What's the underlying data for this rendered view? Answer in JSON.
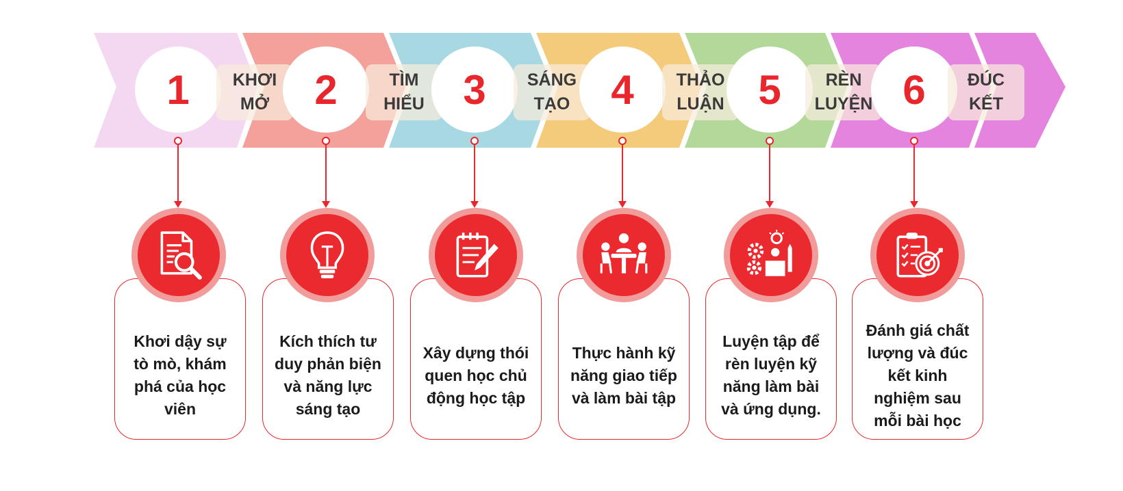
{
  "colors": {
    "accent": "#e8262c",
    "segments": [
      "#f4d8f1",
      "#f4a09b",
      "#a8d9e3",
      "#f3cb7b",
      "#b2d99a",
      "#e484de"
    ]
  },
  "steps": [
    {
      "number": "1",
      "title_line1": "KHƠI",
      "title_line2": "MỞ",
      "description": "Khơi dậy sự tò mò, khám phá của học viên",
      "icon": "document-search-icon"
    },
    {
      "number": "2",
      "title_line1": "TÌM",
      "title_line2": "HIỂU",
      "description": "Kích thích tư duy phản biện và năng lực sáng tạo",
      "icon": "lightbulb-icon"
    },
    {
      "number": "3",
      "title_line1": "SÁNG",
      "title_line2": "TẠO",
      "description": "Xây dựng thói quen học chủ động học tập",
      "icon": "notepad-pencil-icon"
    },
    {
      "number": "4",
      "title_line1": "THẢO",
      "title_line2": "LUẬN",
      "description": "Thực hành kỹ năng giao tiếp và làm bài tập",
      "icon": "meeting-table-icon"
    },
    {
      "number": "5",
      "title_line1": "RÈN",
      "title_line2": "LUYỆN",
      "description": "Luyện tập để rèn luyện kỹ năng làm bài và ứng dụng.",
      "icon": "gears-presenter-icon"
    },
    {
      "number": "6",
      "title_line1": "ĐÚC",
      "title_line2": "KẾT",
      "description": "Đánh giá chất lượng và đúc kết  kinh nghiệm sau mỗi bài học",
      "icon": "clipboard-target-icon"
    }
  ]
}
